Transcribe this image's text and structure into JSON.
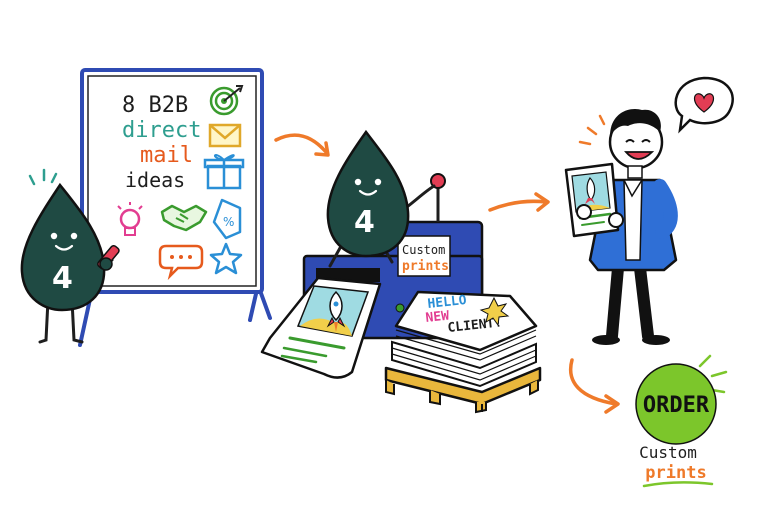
{
  "board": {
    "line1": "8 B2B",
    "line2": "direct",
    "line3": "mail",
    "line4": "ideas"
  },
  "mascot": {
    "number": "4"
  },
  "printer": {
    "label_line1": "Custom",
    "label_line2": "prints"
  },
  "stack": {
    "line1": "HELLO",
    "line2": "NEW",
    "line3": "CLIENT!"
  },
  "order": {
    "badge": "ORDER",
    "caption_line1": "Custom",
    "caption_line2": "prints"
  },
  "colors": {
    "mascot": "#1f4a43",
    "arrow": "#ef7a2a",
    "printer": "#2f4bb3",
    "order_badge": "#7cc62b",
    "jacket": "#2f6fd6",
    "pallet": "#e9b73c"
  },
  "icons": [
    "target-icon",
    "envelope-icon",
    "gift-icon",
    "lightbulb-icon",
    "handshake-icon",
    "tag-icon",
    "chat-bubble-icon",
    "star-icon",
    "heart-icon",
    "rocket-icon"
  ]
}
